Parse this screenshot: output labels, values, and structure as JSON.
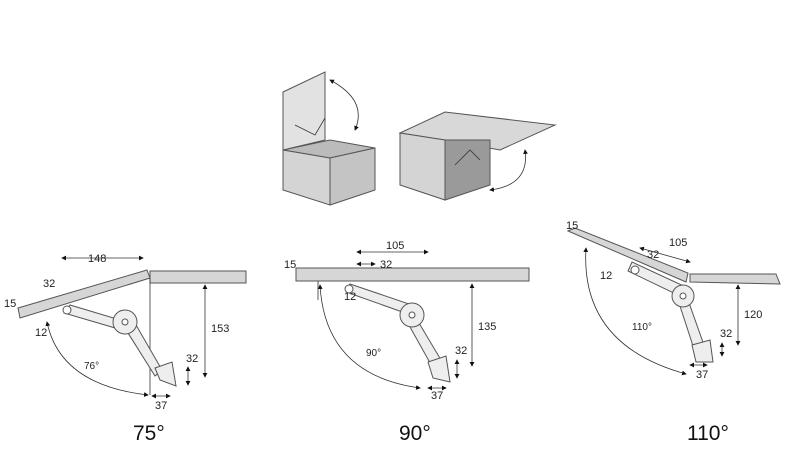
{
  "illustrations": {
    "top_left": "cabinet-lift-up-door-open",
    "top_right": "cabinet-lift-up-door-closed"
  },
  "diagrams": [
    {
      "caption": "75°",
      "angle_label": "76°",
      "panel_thickness": "15",
      "offset_12": "12",
      "hole_spacing": "32",
      "length": "148",
      "height": "153",
      "bracket_height": "32",
      "bracket_width": "37"
    },
    {
      "caption": "90°",
      "angle_label": "90°",
      "panel_thickness": "15",
      "offset_12": "12",
      "hole_spacing": "32",
      "length": "105",
      "height": "135",
      "bracket_height": "32",
      "bracket_width": "37"
    },
    {
      "caption": "110°",
      "angle_label": "110°",
      "panel_thickness": "15",
      "offset_12": "12",
      "hole_spacing": "32",
      "length": "105",
      "height": "120",
      "bracket_height": "32",
      "bracket_width": "37"
    }
  ]
}
